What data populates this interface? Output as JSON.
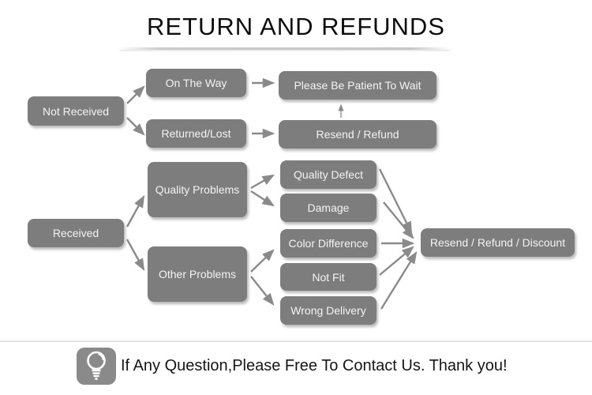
{
  "title": "RETURN AND REFUNDS",
  "diagram": {
    "nodes": {
      "not_received": "Not Received",
      "on_the_way": "On The Way",
      "please_wait": "Please Be Patient To Wait",
      "returned_lost": "Returned/Lost",
      "resend_refund": "Resend / Refund",
      "received": "Received",
      "quality_problems": "Quality Problems",
      "other_problems": "Other Problems",
      "quality_defect": "Quality Defect",
      "damage": "Damage",
      "color_difference": "Color Difference",
      "not_fit": "Not Fit",
      "wrong_delivery": "Wrong Delivery",
      "resend_refund_discount": "Resend / Refund / Discount"
    },
    "edges": [
      "Not Received -> On The Way",
      "Not Received -> Returned/Lost",
      "On The Way -> Please Be Patient To Wait",
      "Returned/Lost -> Resend / Refund",
      "Resend / Refund -> Please Be Patient To Wait",
      "Received -> Quality Problems",
      "Received -> Other Problems",
      "Quality Problems -> Quality Defect",
      "Quality Problems -> Damage",
      "Other Problems -> Color Difference",
      "Other Problems -> Wrong Delivery",
      "Quality Defect -> Resend / Refund / Discount",
      "Damage -> Resend / Refund / Discount",
      "Color Difference -> Resend / Refund / Discount",
      "Not Fit -> Resend / Refund / Discount",
      "Wrong Delivery -> Resend / Refund / Discount"
    ]
  },
  "footer": {
    "icon": "lightbulb-icon",
    "text": "If Any Question,Please Free To Contact Us. Thank you!"
  },
  "colors": {
    "node_bg": "#7d7d7d",
    "node_text": "#f4f4f4",
    "arrow": "#8a8a8a",
    "icon_bg": "#8a8a8a",
    "divider": "#e0e0e0",
    "title_text": "#0d0d0d"
  }
}
